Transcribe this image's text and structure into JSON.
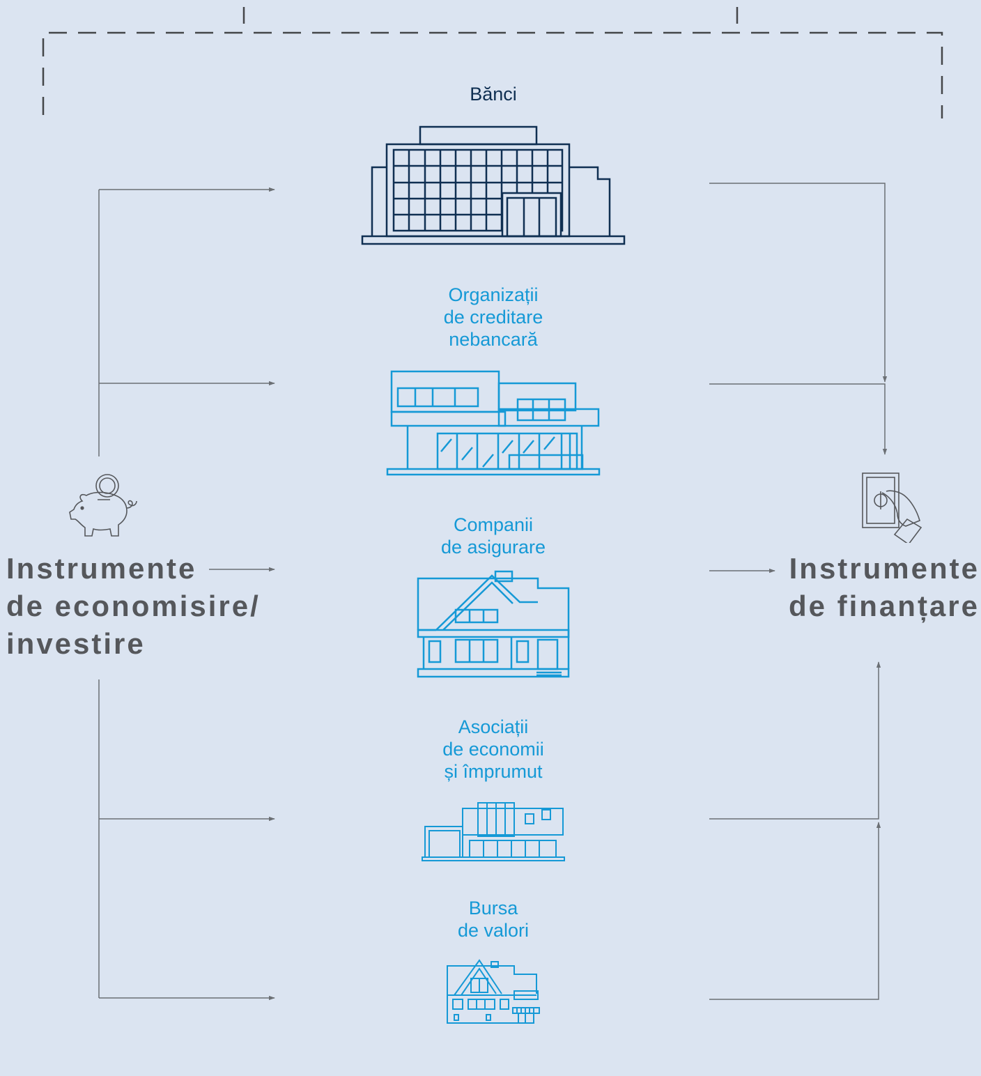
{
  "diagram": {
    "left_node": {
      "label": "Instrumente\nde economisire/\ninvestire",
      "icon": "piggy-bank-icon"
    },
    "right_node": {
      "label": "Instrumente\nde finanțare",
      "icon": "hand-money-icon"
    },
    "intermediaries": [
      {
        "label": "Bănci",
        "icon": "bank-building-icon"
      },
      {
        "label": "Organizații\nde creditare\nnebancară",
        "icon": "modern-office-icon"
      },
      {
        "label": "Companii\nde asigurare",
        "icon": "house-icon"
      },
      {
        "label": "Asociații\nde economii\nși împrumut",
        "icon": "low-building-icon"
      },
      {
        "label": "Bursa\nde valori",
        "icon": "villa-icon"
      }
    ],
    "colors": {
      "background": "#dbe4f1",
      "navy": "#0f2f52",
      "blue": "#1599d6",
      "gray": "#55575b",
      "line": "#6b6f74"
    }
  }
}
